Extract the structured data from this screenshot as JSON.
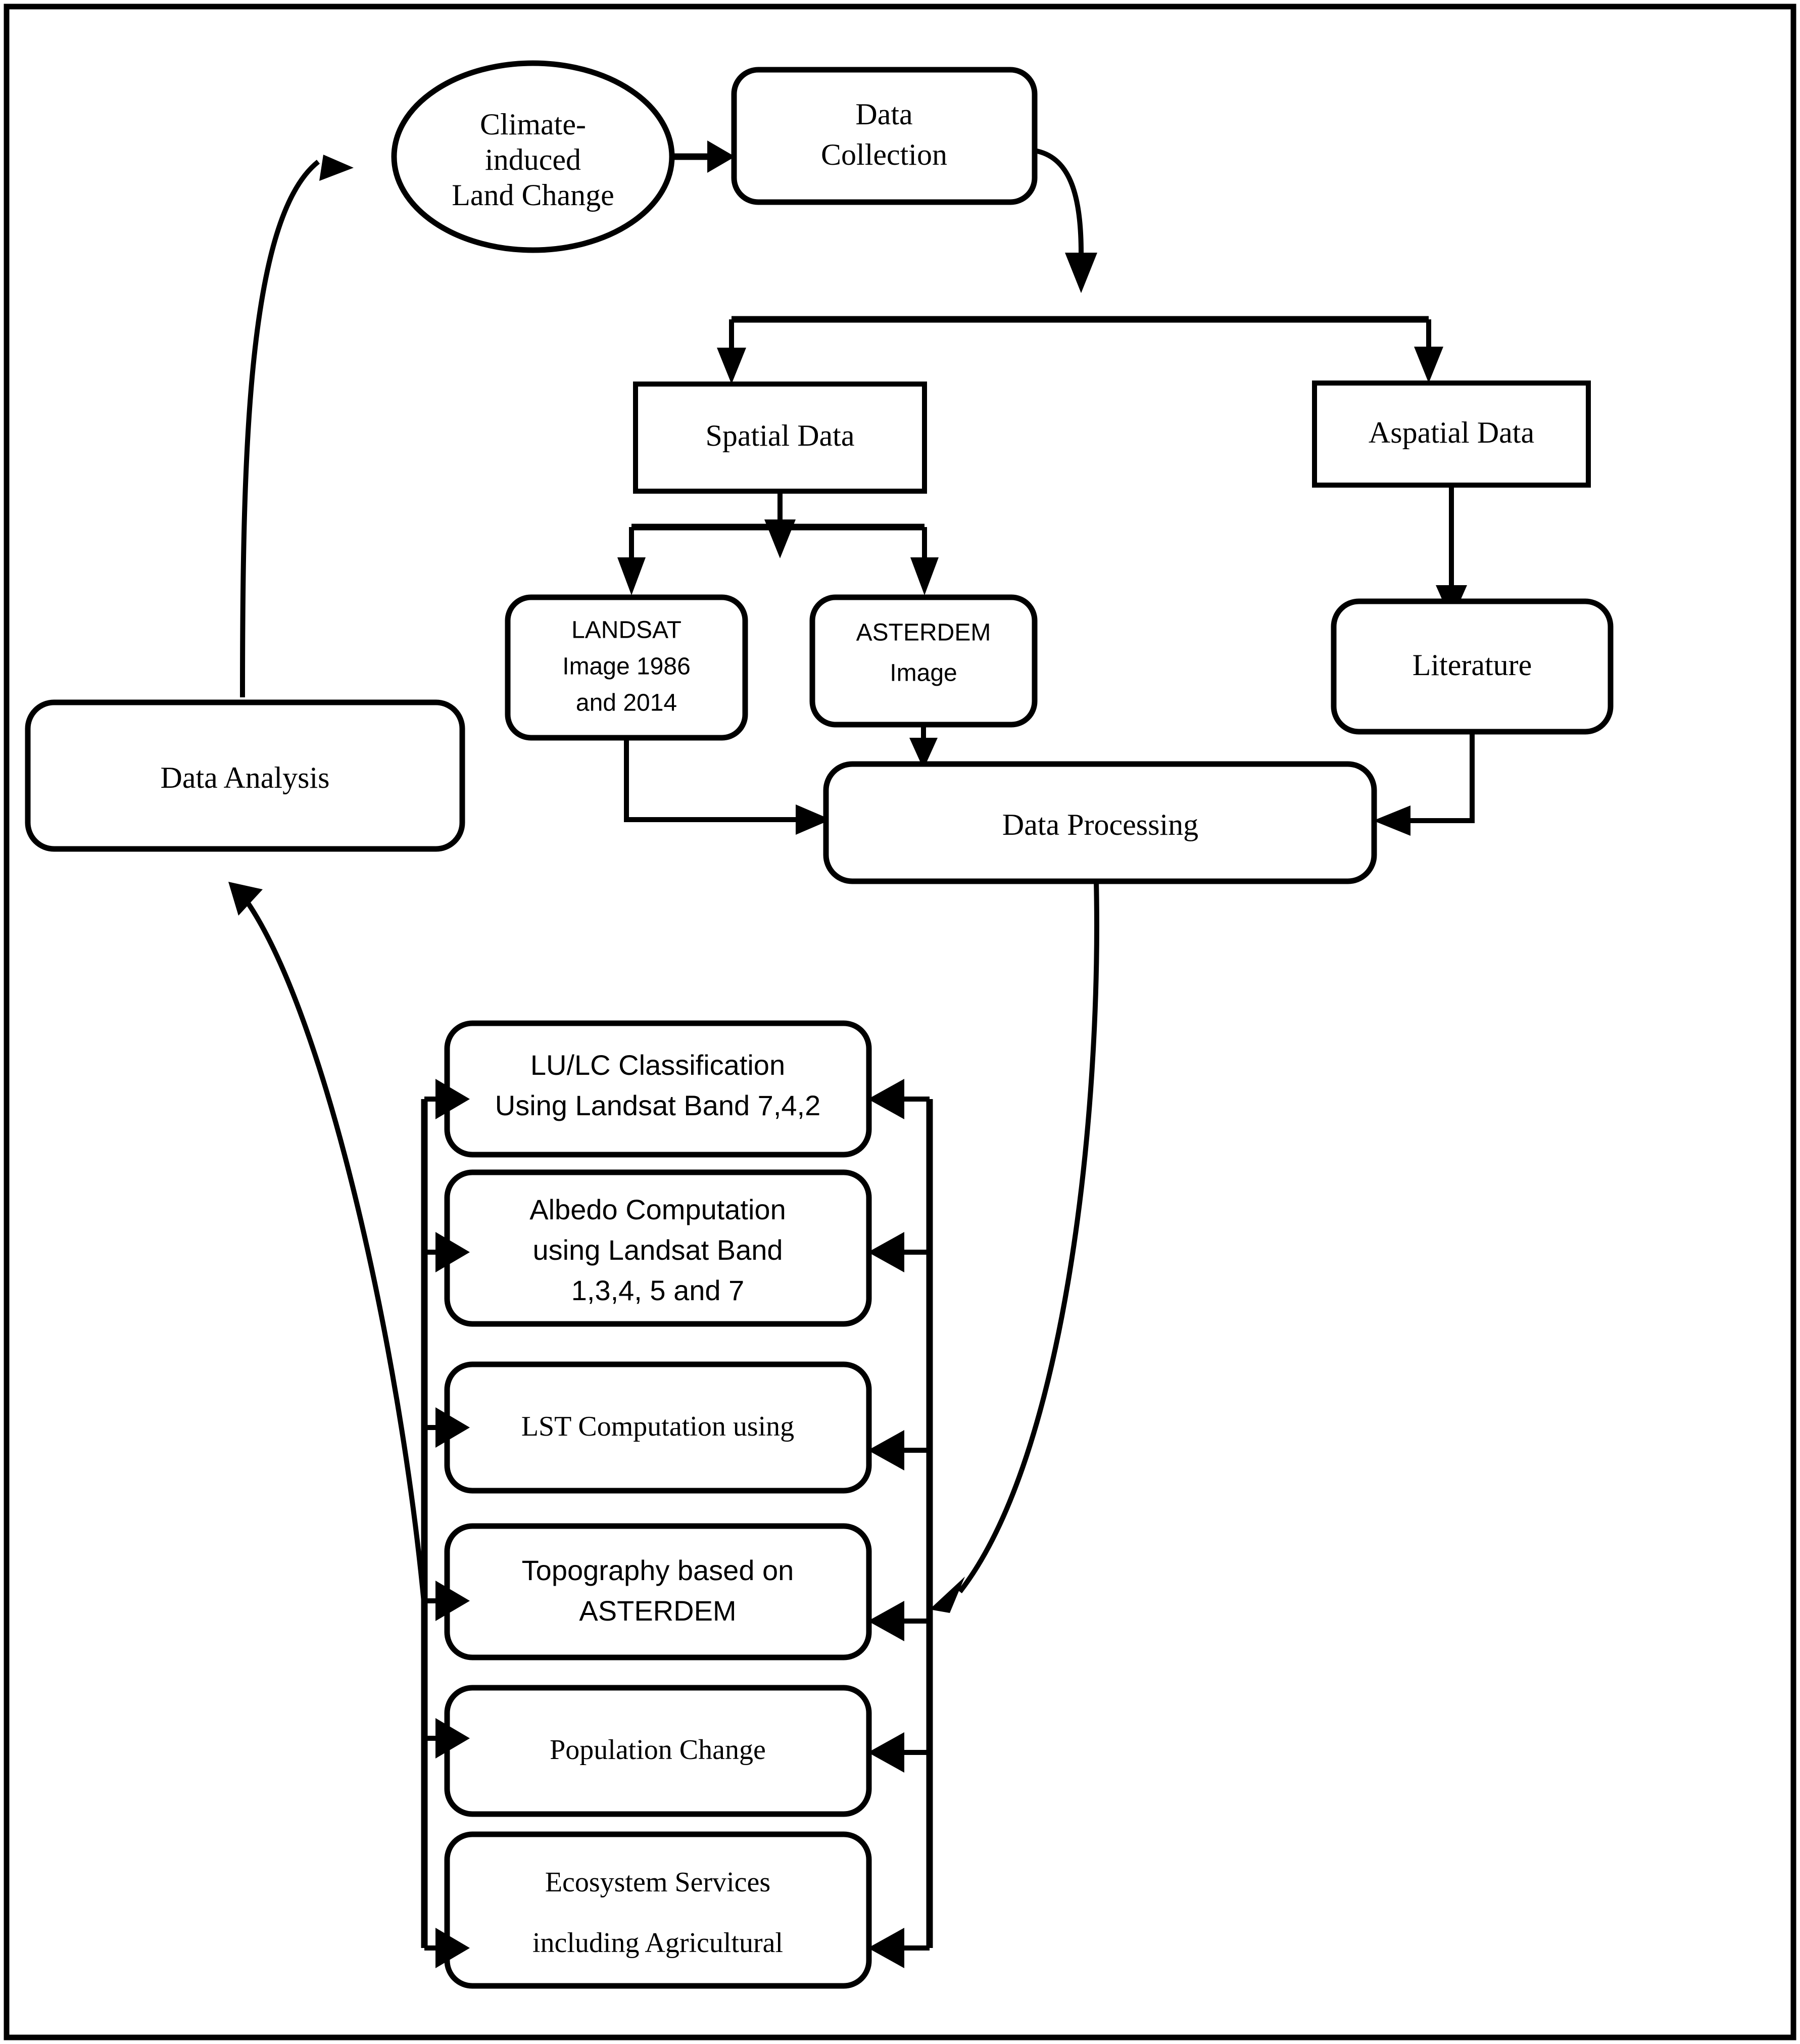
{
  "diagram": {
    "type": "flowchart",
    "title": "Climate-induced Land Change methodology flowchart",
    "orientation": "top-down with feedback loop",
    "frame_color": "#000000",
    "background_color": "#ffffff",
    "nodes": [
      {
        "id": "climate_induced_land_change",
        "shape": "ellipse",
        "lines": [
          "Climate-",
          "induced",
          "Land Change"
        ],
        "font": "serif"
      },
      {
        "id": "data_collection",
        "shape": "rounded-rect",
        "lines": [
          "Data",
          "Collection"
        ],
        "font": "serif"
      },
      {
        "id": "spatial_data",
        "shape": "rect",
        "lines": [
          "Spatial Data"
        ],
        "font": "serif"
      },
      {
        "id": "aspatial_data",
        "shape": "rect",
        "lines": [
          "Aspatial Data"
        ],
        "font": "serif"
      },
      {
        "id": "landsat_image",
        "shape": "rounded-rect",
        "lines": [
          "LANDSAT",
          "Image 1986",
          "and 2014"
        ],
        "font": "sans-condensed"
      },
      {
        "id": "asterdem_image",
        "shape": "rounded-rect",
        "lines": [
          "ASTERDEM",
          "Image"
        ],
        "font": "sans-condensed"
      },
      {
        "id": "literature",
        "shape": "rounded-rect",
        "lines": [
          "Literature"
        ],
        "font": "serif"
      },
      {
        "id": "data_processing",
        "shape": "rounded-rect",
        "lines": [
          "Data Processing"
        ],
        "font": "serif"
      },
      {
        "id": "data_analysis",
        "shape": "rounded-rect",
        "lines": [
          "Data Analysis"
        ],
        "font": "serif"
      },
      {
        "id": "lulc_classification",
        "shape": "rounded-rect",
        "lines": [
          "LU/LC Classification",
          "Using Landsat Band 7,4,2"
        ],
        "font": "sans-condensed"
      },
      {
        "id": "albedo_computation",
        "shape": "rounded-rect",
        "lines": [
          "Albedo Computation",
          "using Landsat Band",
          "1,3,4, 5 and 7"
        ],
        "font": "sans-condensed"
      },
      {
        "id": "lst_computation",
        "shape": "rounded-rect",
        "lines": [
          "LST Computation using"
        ],
        "font": "serif"
      },
      {
        "id": "topography",
        "shape": "rounded-rect",
        "lines": [
          "Topography based on",
          "ASTERDEM"
        ],
        "font": "sans-condensed"
      },
      {
        "id": "population_change",
        "shape": "rounded-rect",
        "lines": [
          "Population Change"
        ],
        "font": "serif"
      },
      {
        "id": "ecosystem_services",
        "shape": "rounded-rect",
        "lines": [
          "Ecosystem Services",
          "including Agricultural"
        ],
        "font": "serif"
      }
    ],
    "edges": [
      {
        "from": "data_analysis",
        "to": "climate_induced_land_change",
        "style": "curved"
      },
      {
        "from": "climate_induced_land_change",
        "to": "data_collection",
        "style": "straight"
      },
      {
        "from": "data_collection",
        "to": "split_junction",
        "style": "curved"
      },
      {
        "from": "split_junction",
        "to": "spatial_data",
        "style": "orthogonal"
      },
      {
        "from": "split_junction",
        "to": "aspatial_data",
        "style": "orthogonal"
      },
      {
        "from": "spatial_data",
        "to": "landsat_image",
        "style": "orthogonal"
      },
      {
        "from": "spatial_data",
        "to": "asterdem_image",
        "style": "orthogonal"
      },
      {
        "from": "aspatial_data",
        "to": "literature",
        "style": "straight"
      },
      {
        "from": "landsat_image",
        "to": "data_processing",
        "style": "orthogonal"
      },
      {
        "from": "asterdem_image",
        "to": "data_processing",
        "style": "straight"
      },
      {
        "from": "literature",
        "to": "data_processing",
        "style": "orthogonal"
      },
      {
        "from": "data_processing",
        "to": "analysis_rail_right",
        "style": "curved"
      },
      {
        "from": "analysis_rail_right",
        "to": "lulc_classification",
        "style": "orthogonal"
      },
      {
        "from": "analysis_rail_right",
        "to": "albedo_computation",
        "style": "orthogonal"
      },
      {
        "from": "analysis_rail_right",
        "to": "lst_computation",
        "style": "orthogonal"
      },
      {
        "from": "analysis_rail_right",
        "to": "topography",
        "style": "orthogonal"
      },
      {
        "from": "analysis_rail_right",
        "to": "population_change",
        "style": "orthogonal"
      },
      {
        "from": "analysis_rail_right",
        "to": "ecosystem_services",
        "style": "orthogonal"
      },
      {
        "from": "analysis_rail_left",
        "to": "lulc_classification",
        "style": "orthogonal"
      },
      {
        "from": "analysis_rail_left",
        "to": "albedo_computation",
        "style": "orthogonal"
      },
      {
        "from": "analysis_rail_left",
        "to": "lst_computation",
        "style": "orthogonal"
      },
      {
        "from": "analysis_rail_left",
        "to": "topography",
        "style": "orthogonal"
      },
      {
        "from": "analysis_rail_left",
        "to": "population_change",
        "style": "orthogonal"
      },
      {
        "from": "analysis_rail_left",
        "to": "ecosystem_services",
        "style": "orthogonal"
      },
      {
        "from": "analysis_rail_left",
        "to": "data_analysis",
        "style": "curved"
      }
    ]
  },
  "labels": {
    "climate_l1": "Climate-",
    "climate_l2": "induced",
    "climate_l3": "Land Change",
    "data_collection_l1": "Data",
    "data_collection_l2": "Collection",
    "spatial_data": "Spatial Data",
    "aspatial_data": "Aspatial Data",
    "landsat_l1": "LANDSAT",
    "landsat_l2": "Image 1986",
    "landsat_l3": "and 2014",
    "asterdem_l1": "ASTERDEM",
    "asterdem_l2": "Image",
    "literature": "Literature",
    "data_processing": "Data Processing",
    "data_analysis": "Data Analysis",
    "lulc_l1": "LU/LC Classification",
    "lulc_l2": "Using Landsat Band 7,4,2",
    "albedo_l1": "Albedo Computation",
    "albedo_l2": "using Landsat Band",
    "albedo_l3": "1,3,4, 5 and 7",
    "lst": "LST Computation using",
    "topography_l1": "Topography based on",
    "topography_l2": "ASTERDEM",
    "population_change": "Population Change",
    "ecosystem_l1": "Ecosystem Services",
    "ecosystem_l2": "including Agricultural"
  }
}
